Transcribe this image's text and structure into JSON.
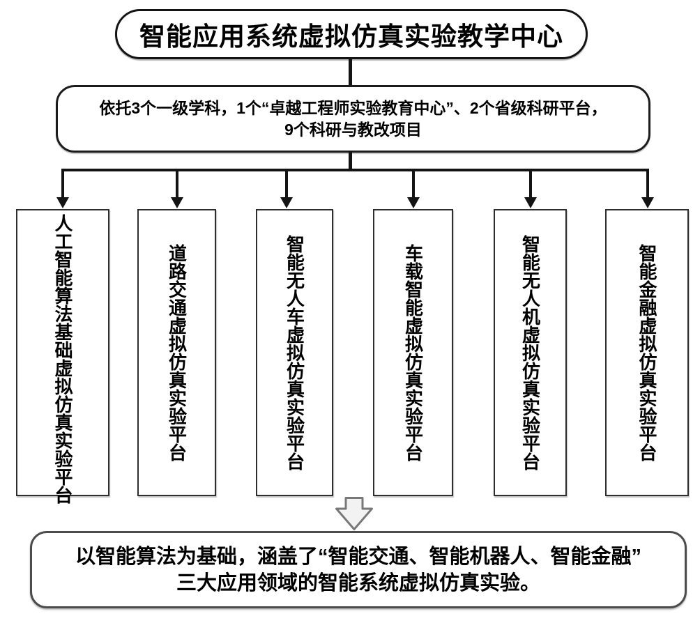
{
  "diagram": {
    "title": "智能应用系统虚拟仿真实验教学中心",
    "intro": {
      "line1": "依托3个一级学科，1个“卓越工程师实验教育中心”、2个省级科研平台，",
      "line2": "9个科研与教改项目"
    },
    "platforms": [
      {
        "label": "人工智能算法基础虚拟仿真实验平台"
      },
      {
        "label": "道路交通虚拟仿真实验平台"
      },
      {
        "label": "智能无人车虚拟仿真实验平台"
      },
      {
        "label": "车载智能虚拟仿真实验平台"
      },
      {
        "label": "智能无人机虚拟仿真实验平台"
      },
      {
        "label": "智能金融虚拟仿真实验平台"
      }
    ],
    "summary": {
      "line1": "以智能算法为基础，涵盖了“智能交通、智能机器人、智能金融”",
      "line2": "三大应用领域的智能系统虚拟仿真实验。"
    },
    "colors": {
      "line_color": "#141414",
      "box_border": "#2e2e2e",
      "summary_border": "#4c4c4c",
      "big_arrow_fill": "#f2f2f2",
      "big_arrow_stroke": "#787878",
      "background": "#ffffff",
      "text": "#000000"
    }
  }
}
